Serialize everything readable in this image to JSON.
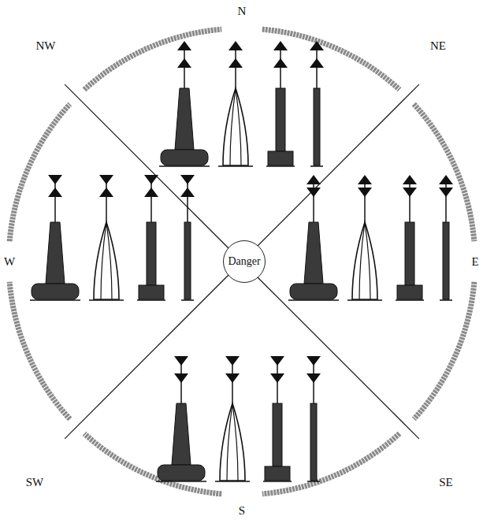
{
  "diagram": {
    "nodes": [
      {
        "text": [
          "Danger"
        ]
      }
    ],
    "labels": [
      "N",
      "NE",
      "E",
      "SE",
      "S",
      "SW",
      "W",
      "NW"
    ]
  }
}
